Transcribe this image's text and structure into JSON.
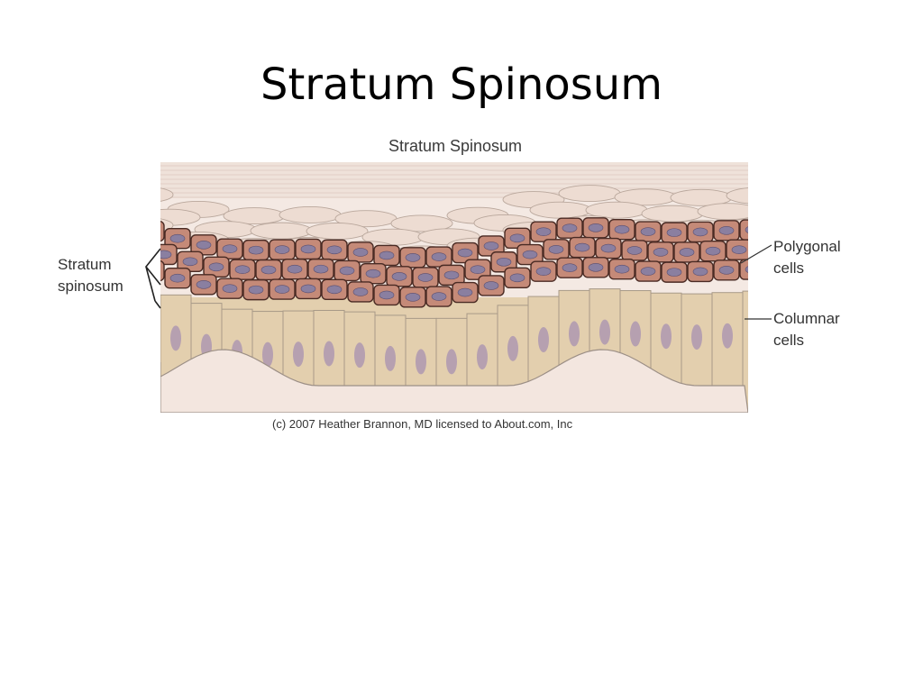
{
  "slide": {
    "title": "Stratum Spinosum"
  },
  "figure": {
    "title": "Stratum Spinosum",
    "credit": "(c) 2007 Heather Brannon, MD licensed to About.com, Inc"
  },
  "labels": {
    "layer": [
      "Stratum",
      "spinosum"
    ],
    "polygonal": [
      "Polygonal",
      "cells"
    ],
    "columnar": [
      "Columnar",
      "cells"
    ]
  },
  "colors": {
    "background": "#f3e4dc",
    "superficial_cells": "#eddcd2",
    "polygonal_cells": "#c58a78",
    "polygonal_nucleus": "#8a7fa0",
    "columnar_cells": "#e3cfae",
    "columnar_nucleus": "#b6a0b0",
    "dermis": "#f3e6df"
  }
}
